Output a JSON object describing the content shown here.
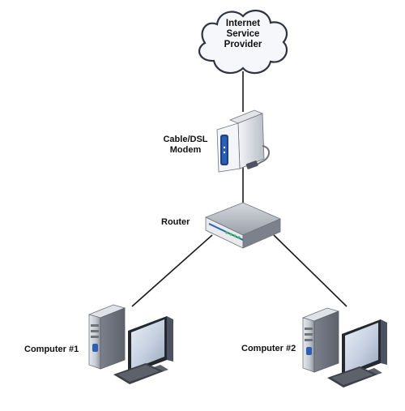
{
  "cloud": {
    "lines": [
      "Internet",
      "Service",
      "Provider"
    ]
  },
  "modem": {
    "lines": [
      "Cable/DSL",
      "Modem"
    ]
  },
  "router": {
    "label": "Router"
  },
  "computer1": {
    "label": "Computer #1"
  },
  "computer2": {
    "label": "Computer #2"
  },
  "colors": {
    "cloud_fill": "#f6f7fa",
    "cloud_stroke": "#2f3440",
    "link_line": "#1a1a1a",
    "device_blue": "#2b5fb3",
    "device_gray": "#8d929b"
  },
  "icons": [
    "cloud-icon",
    "modem-icon",
    "router-icon",
    "computer-icon",
    "computer-icon"
  ]
}
